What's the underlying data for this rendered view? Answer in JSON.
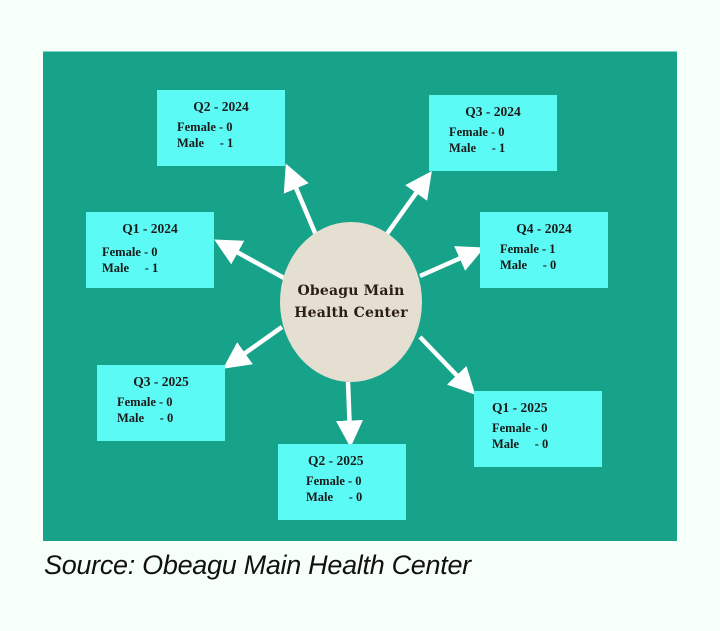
{
  "diagram": {
    "center_node": {
      "line1": "Obeagu Main",
      "line2": "Health Center"
    },
    "nodes": [
      {
        "id": "q2-2024",
        "title": "Q2 - 2024",
        "female_label": "Female - 0",
        "male_label": "Male     - 1",
        "female": 0,
        "male": 1
      },
      {
        "id": "q3-2024",
        "title": "Q3 - 2024",
        "female_label": "Female - 0",
        "male_label": "Male     - 1",
        "female": 0,
        "male": 1
      },
      {
        "id": "q1-2024",
        "title": "Q1 - 2024",
        "female_label": "Female - 0",
        "male_label": "Male     - 1",
        "female": 0,
        "male": 1
      },
      {
        "id": "q4-2024",
        "title": "Q4 - 2024",
        "female_label": "Female - 1",
        "male_label": "Male     - 0",
        "female": 1,
        "male": 0
      },
      {
        "id": "q3-2025",
        "title": "Q3 - 2025",
        "female_label": "Female - 0",
        "male_label": "Male     - 0",
        "female": 0,
        "male": 0
      },
      {
        "id": "q1-2025",
        "title": "Q1 - 2025",
        "female_label": "Female - 0",
        "male_label": "Male     - 0",
        "female": 0,
        "male": 0
      },
      {
        "id": "q2-2025",
        "title": "Q2 - 2025",
        "female_label": "Female - 0",
        "male_label": "Male     - 0",
        "female": 0,
        "male": 0
      }
    ],
    "colors": {
      "background": "#17a38a",
      "node_fill": "#5cfaf4",
      "hub_fill": "#e5dfd2",
      "arrow": "#ffffff"
    }
  },
  "caption": "Source: Obeagu Main Health Center"
}
